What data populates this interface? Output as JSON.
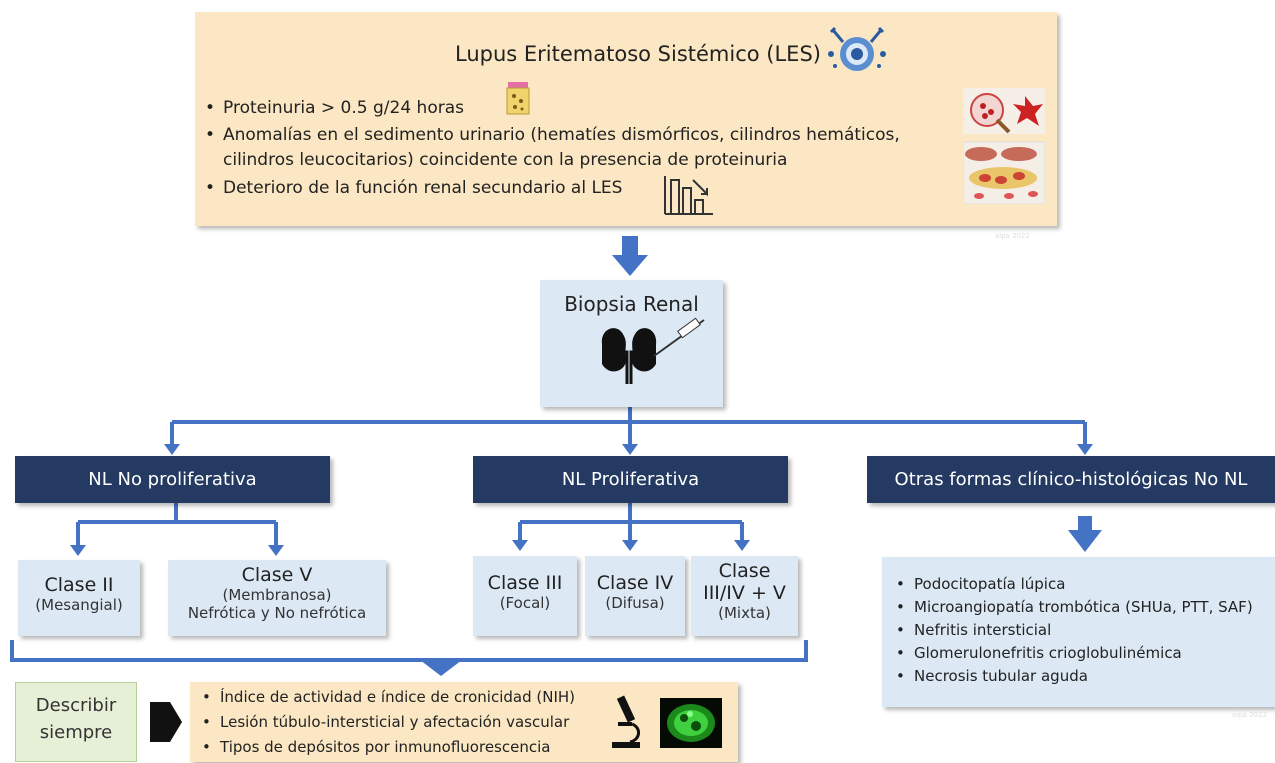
{
  "les": {
    "title": "Lupus Eritematoso Sistémico (LES)",
    "bullets": [
      "Proteinuria > 0.5 g/24 horas",
      "Anomalías en el sedimento urinario (hematíes dismórficos, cilindros hemáticos,",
      "cilindros leucocitarios) coincidente con la presencia de proteinuria",
      "Deterioro de la función renal secundario al LES"
    ],
    "watermark": "aipa 2022"
  },
  "biopsy": {
    "title": "Biopsia Renal"
  },
  "headers": {
    "no_prolif": "NL No proliferativa",
    "prolif": "NL Proliferativa",
    "others": "Otras formas clínico-histológicas No NL"
  },
  "classes": {
    "c2": {
      "title": "Clase II",
      "sub": "(Mesangial)"
    },
    "c5": {
      "title": "Clase V",
      "sub1": "(Membranosa)",
      "sub2": "Nefrótica y No nefrótica"
    },
    "c3": {
      "title": "Clase III",
      "sub": "(Focal)"
    },
    "c4": {
      "title": "Clase IV",
      "sub": "(Difusa)"
    },
    "mixed": {
      "title1": "Clase",
      "title2": "III/IV + V",
      "sub": "(Mixta)"
    }
  },
  "others": {
    "items": [
      "Podocitopatía lúpica",
      "Microangiopatía trombótica (SHUa, PTT, SAF)",
      "Nefritis intersticial",
      "Glomerulonefritis crioglobulinémica",
      "Necrosis tubular aguda"
    ],
    "watermark": "aipa 2022"
  },
  "describe": {
    "label1": "Describir",
    "label2": "siempre",
    "items": [
      "Índice de actividad e índice de cronicidad (NIH)",
      "Lesión túbulo-intersticial y afectación vascular",
      "Tipos de depósitos por inmunofluorescencia"
    ]
  },
  "colors": {
    "arrow": "#4472c4",
    "header": "#243a62",
    "light_blue": "#dce9f5",
    "light_orange": "#fbe7c3",
    "light_green": "#e6f0d6"
  }
}
